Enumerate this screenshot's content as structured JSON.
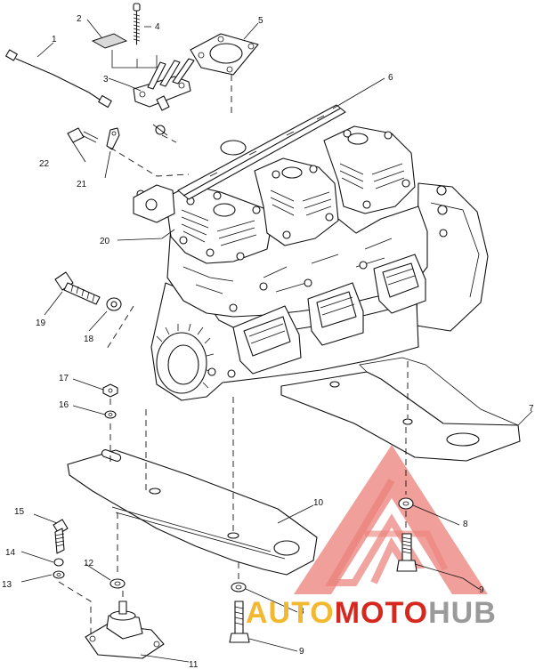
{
  "callouts": [
    "1",
    "2",
    "3",
    "4",
    "5",
    "6",
    "7",
    "8",
    "9",
    "10",
    "11",
    "12",
    "13",
    "14",
    "15",
    "16",
    "17",
    "18",
    "19",
    "20",
    "21",
    "22"
  ],
  "callout_repeats": {
    "8_second": "8",
    "9_second": "9"
  },
  "watermark": {
    "part1": "AUTO",
    "part2": "MOTO",
    "part3": "HUB",
    "colors": {
      "auto": "#f2b830",
      "moto": "#d6281e",
      "hub": "#9a9a9a",
      "triangle": "#e0302a"
    }
  }
}
